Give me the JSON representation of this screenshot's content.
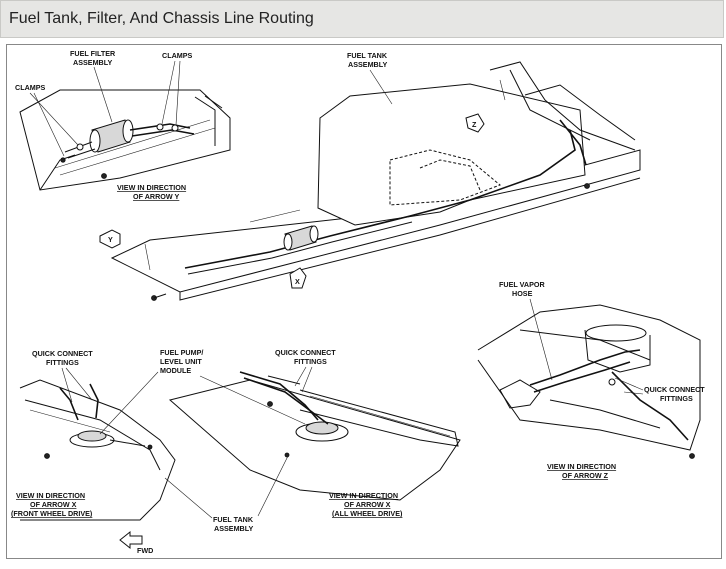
{
  "header": {
    "title": "Fuel Tank, Filter, And Chassis Line Routing"
  },
  "colors": {
    "header_bg": "#e6e6e4",
    "line": "#111111"
  },
  "labels": {
    "fuel_filter_assembly": [
      "FUEL FILTER",
      "ASSEMBLY"
    ],
    "clamps_top": "CLAMPS",
    "clamps_left": "CLAMPS",
    "fuel_tank_assembly_top": [
      "FUEL TANK",
      "ASSEMBLY"
    ],
    "view_arrow_y": [
      "VIEW IN DIRECTION",
      "OF ARROW Y"
    ],
    "arrow_y_marker": "Y",
    "arrow_x_marker": "X",
    "arrow_z_marker": "Z",
    "quick_connect_left": [
      "QUICK CONNECT",
      "FITTINGS"
    ],
    "fuel_pump_module": [
      "FUEL PUMP/",
      "LEVEL UNIT",
      "MODULE"
    ],
    "quick_connect_mid": [
      "QUICK CONNECT",
      "FITTINGS"
    ],
    "fuel_vapor_hose": [
      "FUEL VAPOR",
      "HOSE"
    ],
    "quick_connect_right": [
      "QUICK CONNECT",
      "FITTINGS"
    ],
    "view_arrow_x_fwd": [
      "VIEW IN DIRECTION",
      "OF ARROW X",
      "(FRONT WHEEL DRIVE)"
    ],
    "fuel_tank_assembly_bottom": [
      "FUEL TANK",
      "ASSEMBLY"
    ],
    "view_arrow_x_awd": [
      "VIEW IN DIRECTION",
      "OF ARROW X",
      "(ALL WHEEL DRIVE)"
    ],
    "view_arrow_z": [
      "VIEW IN DIRECTION",
      "OF ARROW Z"
    ],
    "fwd": "FWD"
  }
}
